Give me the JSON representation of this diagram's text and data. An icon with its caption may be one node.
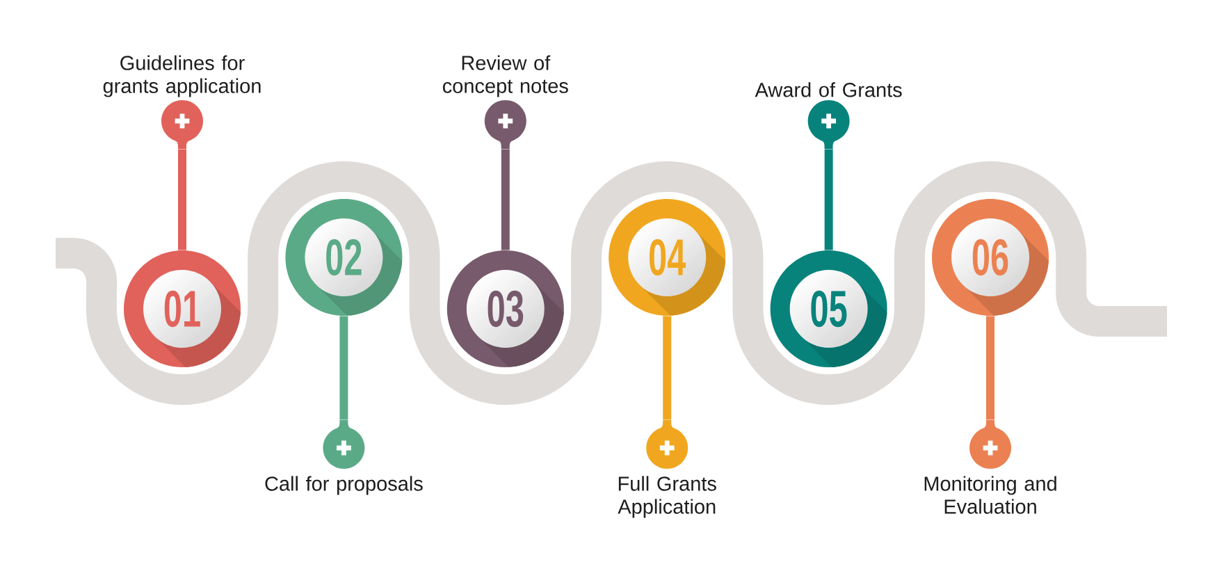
{
  "diagram": {
    "nodes": [
      {
        "text": [
          "01"
        ]
      },
      {
        "text": [
          "02"
        ]
      },
      {
        "text": [
          "03"
        ]
      },
      {
        "text": [
          "04"
        ]
      },
      {
        "text": [
          "05"
        ]
      },
      {
        "text": [
          "06"
        ]
      },
      {
        "text": [],
        "shape": "circle",
        "beside": [
          "Guidelines for grants application"
        ]
      },
      {
        "text": [],
        "shape": "circle",
        "beside": [
          "Call for proposals"
        ]
      },
      {
        "text": [],
        "shape": "circle",
        "beside": [
          "Review of concept notes"
        ]
      },
      {
        "text": [],
        "shape": "circle",
        "beside": [
          "Full Grants Application"
        ]
      },
      {
        "text": [],
        "shape": "circle",
        "beside": [
          "Award of Grants"
        ]
      },
      {
        "text": [],
        "shape": "circle",
        "beside": [
          "Monitoring and Evaluation"
        ]
      }
    ],
    "edges": [
      {
        "from": 0,
        "to": 6,
        "arrow": "none",
        "color": "#e0625a"
      },
      {
        "from": 1,
        "to": 7,
        "arrow": "none",
        "color": "#5baa87"
      },
      {
        "from": 2,
        "to": 8,
        "arrow": "none",
        "color": "#775a6b"
      },
      {
        "from": 3,
        "to": 9,
        "arrow": "none",
        "color": "#f0a71f"
      },
      {
        "from": 4,
        "to": 10,
        "arrow": "none",
        "color": "#07837c"
      },
      {
        "from": 5,
        "to": 11,
        "arrow": "none",
        "color": "#eb8152"
      }
    ]
  }
}
